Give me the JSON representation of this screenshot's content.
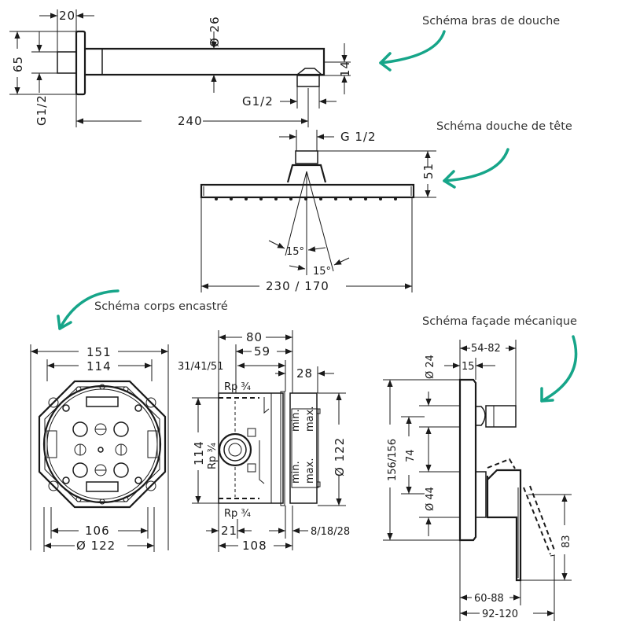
{
  "accent_color": "#16a589",
  "captions": {
    "shower_arm": "Schéma bras de douche",
    "head_shower": "Schéma douche de tête",
    "concealed_body": "Schéma corps encastré",
    "mechanical_trim": "Schéma façade mécanique"
  },
  "shower_arm": {
    "flange_depth": "20",
    "tube_diameter": "Ø 26",
    "wall_height": "65",
    "inlet_thread": "G1/2",
    "outlet_offset": "14",
    "outlet_thread": "G1/2",
    "projection": "240"
  },
  "head_shower": {
    "inlet_thread": "G 1/2",
    "height": "51",
    "spray_angle_1": "15°",
    "spray_angle_2": "15°",
    "width": "230 / 170"
  },
  "concealed_body": {
    "front": {
      "outer_width": "151",
      "inner_width": "114",
      "base_width": "106",
      "diameter": "Ø 122"
    },
    "side": {
      "depth_total": "80",
      "depth_59": "59",
      "install_depths": "31/41/51",
      "dim_28": "28",
      "port_top": "Rp ¾",
      "port_mid": "Rp ¾",
      "port_bottom": "Rp ¾",
      "height_114": "114",
      "diameter": "Ø 122",
      "dim_21": "21",
      "dim_108": "108",
      "tile_depths": "8/18/28",
      "label_min": "min.",
      "label_max": "max."
    }
  },
  "mechanical_trim": {
    "depth_range": "54-82",
    "plate_depth": "15",
    "knob_diameter": "Ø 24",
    "plate_height": "156/156",
    "spacing": "74",
    "handle_diameter": "Ø 44",
    "lever_length": "83",
    "lever_projection": "60-88",
    "max_projection": "92-120"
  }
}
